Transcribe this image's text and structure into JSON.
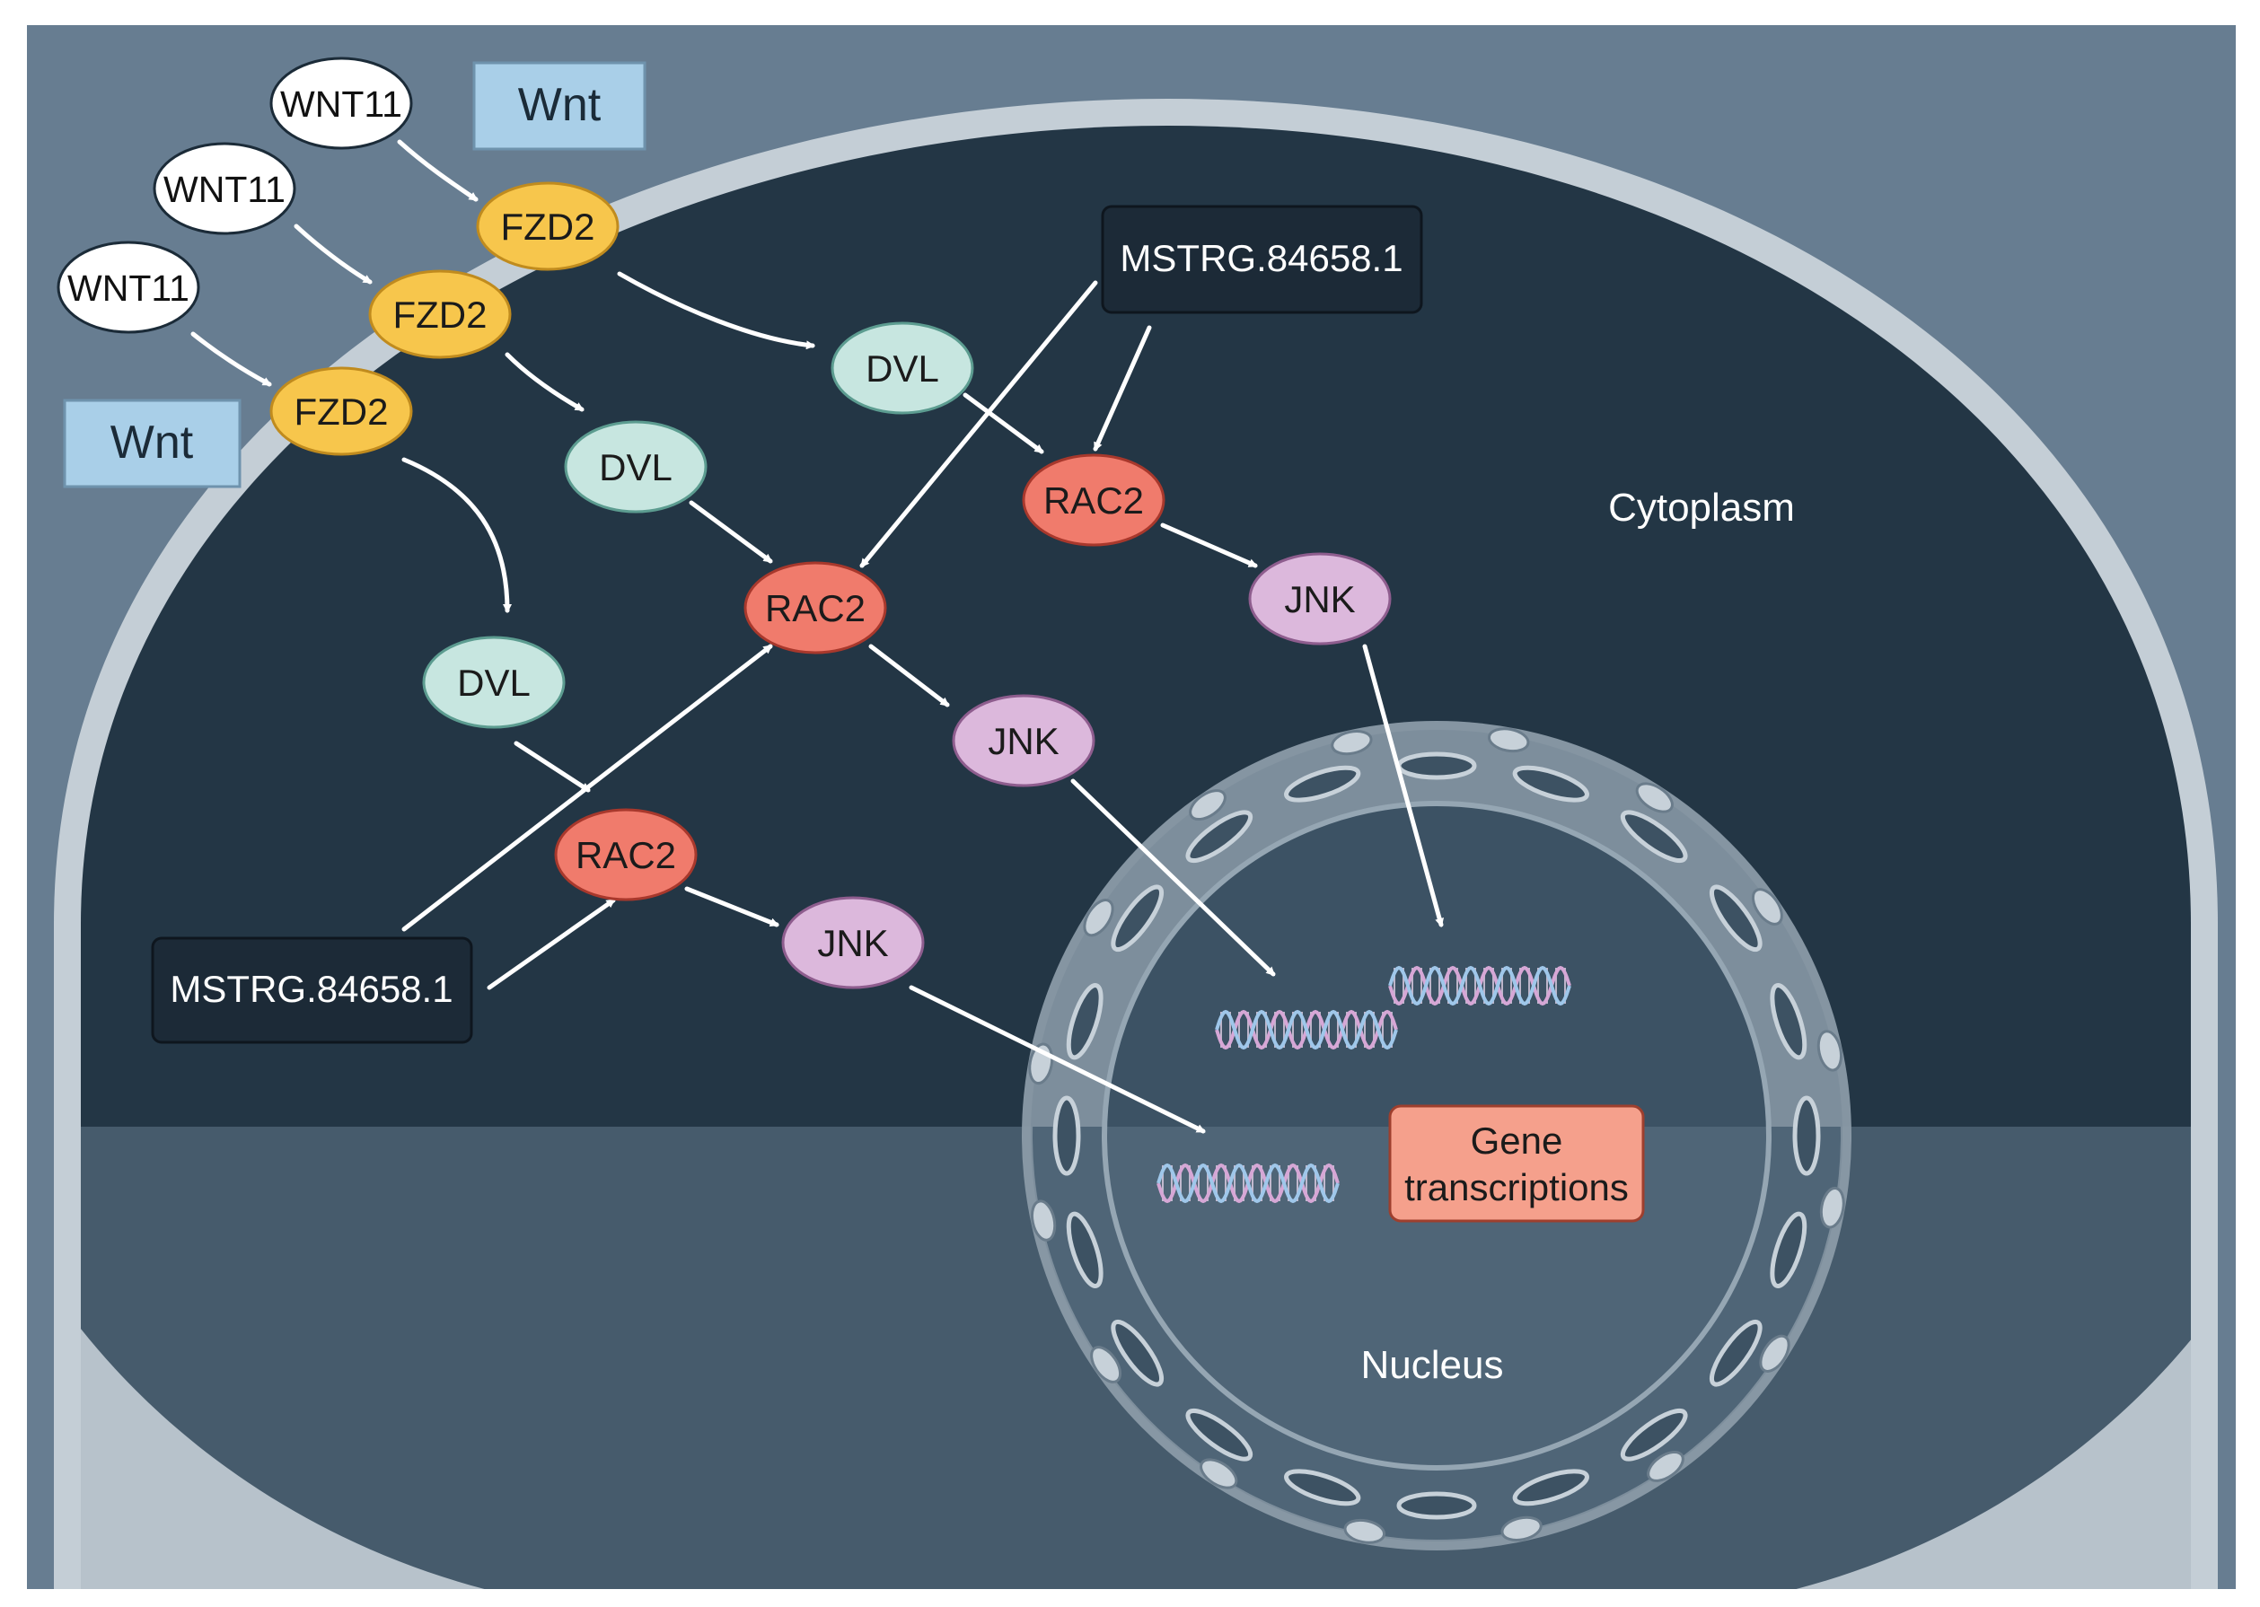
{
  "labels": {
    "wnt_top": "Wnt",
    "wnt_left": "Wnt",
    "cytoplasm": "Cytoplasm",
    "nucleus": "Nucleus",
    "gene_line1": "Gene",
    "gene_line2": "transcriptions"
  },
  "ligands": [
    "WNT11",
    "WNT11",
    "WNT11"
  ],
  "receptors": [
    "FZD2",
    "FZD2",
    "FZD2"
  ],
  "dvl": [
    "DVL",
    "DVL",
    "DVL"
  ],
  "rac2": [
    "RAC2",
    "RAC2",
    "RAC2"
  ],
  "jnk": [
    "JNK",
    "JNK",
    "JNK"
  ],
  "lncrna": [
    "MSTRG.84658.1",
    "MSTRG.84658.1"
  ],
  "colors": {
    "background": "#677d91",
    "cytoplasm": "#233645",
    "cytoplasm_lower": "#465b6c",
    "membrane": "#c4ced6",
    "wnt_box": "#a9cfe8",
    "fzd2": "#f7c64c",
    "dvl": "#c7e6e0",
    "rac2": "#f07b6c",
    "jnk": "#dcb8dc",
    "gene_box": "#f5a08c",
    "lncrna_box": "#1c2a37",
    "arrow": "#ffffff"
  }
}
